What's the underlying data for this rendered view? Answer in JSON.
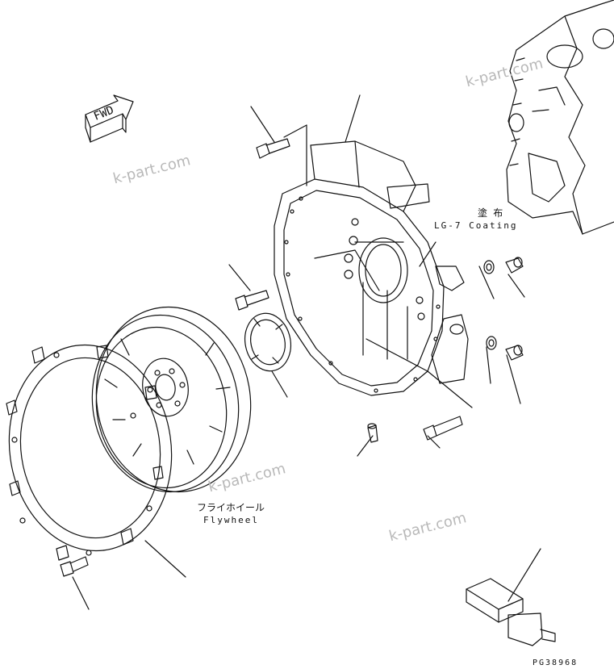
{
  "labels": {
    "fwd": "FWD",
    "coating_jp": "塗 布",
    "coating_en": "LG-7 Coating",
    "flywheel_jp": "フライホイール",
    "flywheel_en": "Flywheel",
    "drawing_no": "PG38968"
  },
  "watermarks": [
    "k-part.com",
    "k-part.com",
    "k-part.com",
    "k-part.com"
  ],
  "colors": {
    "ink": "#111111",
    "watermark": "#b9b9b9",
    "background": "#ffffff"
  }
}
